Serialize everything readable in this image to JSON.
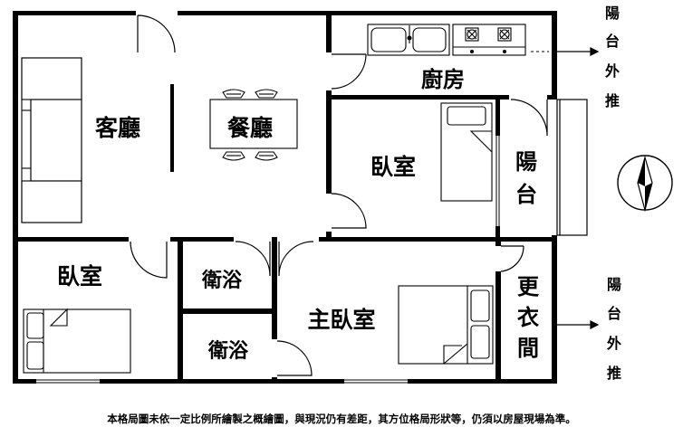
{
  "rooms": {
    "living": "客廳",
    "dining": "餐廳",
    "kitchen": "廚房",
    "bedroom_center": "臥室",
    "balcony": [
      "陽",
      "台"
    ],
    "bedroom_left": "臥室",
    "bath_upper": "衛浴",
    "bath_lower": "衛浴",
    "master": "主臥室",
    "closet": [
      "更",
      "衣",
      "間"
    ]
  },
  "notes": {
    "balcony_out_top": [
      "陽",
      "台",
      "外",
      "推"
    ],
    "balcony_out_bottom": [
      "陽",
      "台",
      "外",
      "推"
    ]
  },
  "footer": "本格局圖未依一定比例所繪製之概繪圖，與現況仍有差距，其方位格局形狀等，仍須以房屋現場為準。",
  "compass": {
    "icon": "north-compass-icon"
  },
  "colors": {
    "wall": "#000000",
    "line": "#000000",
    "background": "#ffffff"
  }
}
